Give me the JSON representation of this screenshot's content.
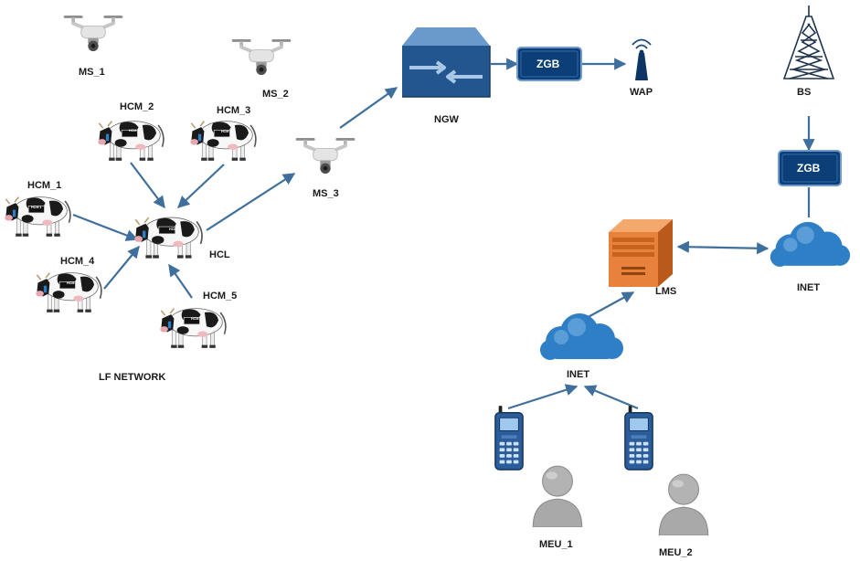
{
  "labels": {
    "ms_1": "MS_1",
    "ms_2": "MS_2",
    "ms_3": "MS_3",
    "hcm_1": "HCM_1",
    "hcm_2": "HCM_2",
    "hcm_3": "HCM_3",
    "hcm_4": "HCM_4",
    "hcm_5": "HCM_5",
    "hcl": "HCL",
    "network": "LF NETWORK",
    "ngw": "NGW",
    "zgb_top": "ZGB",
    "wap": "WAP",
    "bs": "BS",
    "zgb_right": "ZGB",
    "inet_right": "INET",
    "lms": "LMS",
    "inet_bottom": "INET",
    "meu_1": "MEU_1",
    "meu_2": "MEU_2"
  },
  "cow_tags": {
    "hcm_1": "HCM 1",
    "hcm_2": "HCM 2",
    "hcm_3": "HCM 3",
    "hcm_4": "HCM 4",
    "hcm_5": "HCM 5",
    "hcl": "HCL"
  },
  "colors": {
    "edge": "#3f6f9c",
    "zgb_fill": "#0c3f78",
    "ngw_fill": "#23568f",
    "cloud_fill": "#2f7fc6",
    "server_fill": "#e8813b",
    "person_fill": "#a9a9a9",
    "phone_fill": "#2b5d9a"
  }
}
